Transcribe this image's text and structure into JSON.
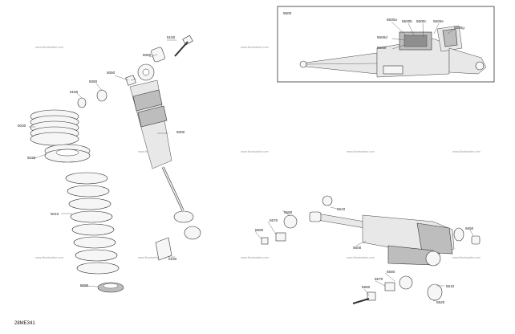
{
  "drawing_code": "28ME341",
  "watermark_text": "www.Bombardier.com",
  "inset": {
    "title": "5500"
  },
  "callouts": [
    {
      "id": "c5150",
      "text": "5150"
    },
    {
      "id": "c5060",
      "text": "5060"
    },
    {
      "id": "c5050",
      "text": "5050"
    },
    {
      "id": "c5080",
      "text": "5080"
    },
    {
      "id": "c5160a",
      "text": "5160"
    },
    {
      "id": "c5030",
      "text": "5030"
    },
    {
      "id": "c5020",
      "text": "5020"
    },
    {
      "id": "c5000",
      "text": "5000"
    },
    {
      "id": "c5010",
      "text": "5010"
    },
    {
      "id": "c5090",
      "text": "5090"
    },
    {
      "id": "c5160b",
      "text": "5160"
    },
    {
      "id": "c5500a",
      "text": "5500a"
    },
    {
      "id": "c5500b",
      "text": "5500b"
    },
    {
      "id": "c5500c",
      "text": "5500c"
    },
    {
      "id": "c5500e",
      "text": "5500e"
    },
    {
      "id": "c5500g",
      "text": "5500g"
    },
    {
      "id": "c5500d",
      "text": "5500d"
    },
    {
      "id": "c5500f",
      "text": "5500f"
    },
    {
      "id": "c5610",
      "text": "5610"
    },
    {
      "id": "c5580",
      "text": "5580"
    },
    {
      "id": "c5570a",
      "text": "5570"
    },
    {
      "id": "c5560a",
      "text": "5560"
    },
    {
      "id": "c5600",
      "text": "5600"
    },
    {
      "id": "c5650",
      "text": "5650"
    },
    {
      "id": "c5580b",
      "text": "5580"
    },
    {
      "id": "c5570b",
      "text": "5570"
    },
    {
      "id": "c5560b",
      "text": "5560"
    },
    {
      "id": "c5510",
      "text": "5510"
    },
    {
      "id": "c5520",
      "text": "5520"
    }
  ]
}
